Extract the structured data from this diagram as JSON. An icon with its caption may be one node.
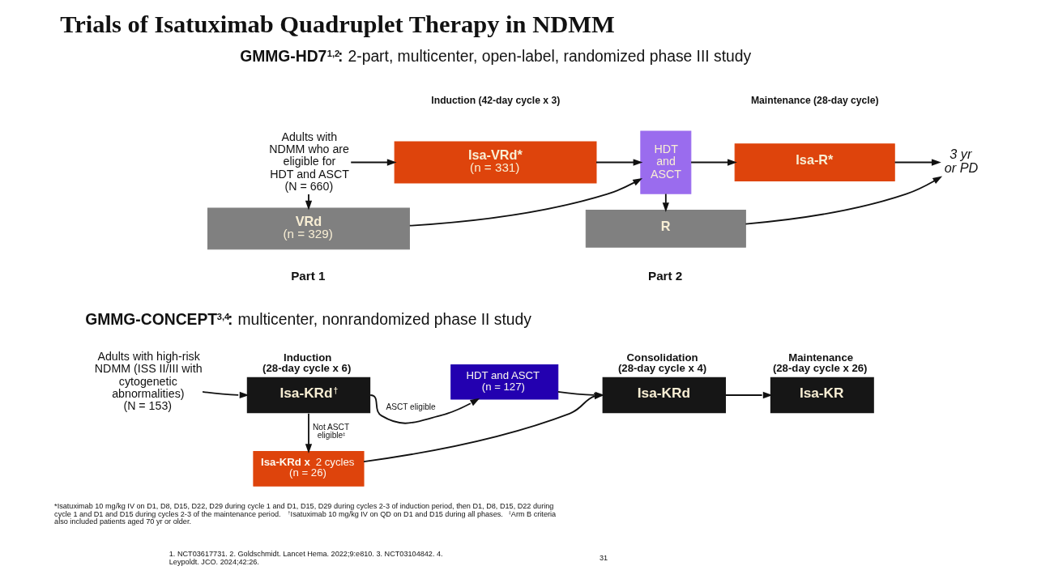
{
  "diagram": {
    "title": "Trials of Isatuximab Quadruplet Therapy in NDMM",
    "nodes": [
      {
        "text": [
          "Adults with NDMM who are eligible for HDT and ASCT (N = 660)"
        ]
      },
      {
        "text": [
          "Isa-VRd*",
          "(n = 331)"
        ]
      },
      {
        "text": [
          "VRd",
          "(n = 329)"
        ]
      },
      {
        "text": [
          "HDT and ASCT"
        ]
      },
      {
        "text": [
          "Isa-R*"
        ]
      },
      {
        "text": [
          "R"
        ]
      },
      {
        "text": [
          "3 yr or PD"
        ]
      },
      {
        "text": [
          "Adults with high-risk NDMM (ISS II/III with cytogenetic abnormalities) (N = 153)"
        ]
      },
      {
        "text": [
          "Induction (28-day cycle x 6)",
          "Isa-KRd$^{†}$"
        ]
      },
      {
        "text": [
          "HDT and ASCT",
          "(n = 127)"
        ]
      },
      {
        "text": [
          "**Isa-KRd x** 2 cycles",
          "(n = 26)"
        ]
      },
      {
        "text": [
          "Consolidation (28-day cycle x 4)",
          "Isa-KRd"
        ]
      },
      {
        "text": [
          "Maintenance (28-day cycle x 26)",
          "Isa-KR"
        ]
      }
    ],
    "edges": [
      {
        "from": 0,
        "to": 1,
        "arrow": "to"
      },
      {
        "from": 0,
        "to": 2,
        "arrow": "to"
      },
      {
        "from": 1,
        "to": 3,
        "arrow": "to"
      },
      {
        "from": 2,
        "to": 3,
        "arrow": "to"
      },
      {
        "from": 3,
        "to": 4,
        "arrow": "to"
      },
      {
        "from": 3,
        "to": 5,
        "arrow": "to"
      },
      {
        "from": 4,
        "to": 6,
        "arrow": "to"
      },
      {
        "from": 5,
        "to": 6,
        "arrow": "to"
      },
      {
        "from": 7,
        "to": 8,
        "arrow": "to"
      },
      {
        "from": 8,
        "to": 9,
        "arrow": "to",
        "label": "ASCT eligible"
      },
      {
        "from": 8,
        "to": 10,
        "arrow": "to",
        "label": "Not ASCT eligible$^{‡}$"
      },
      {
        "from": 9,
        "to": 11,
        "arrow": "to"
      },
      {
        "from": 10,
        "to": 11,
        "arrow": "to"
      },
      {
        "from": 11,
        "to": 12,
        "arrow": "to"
      }
    ],
    "labels": [
      "**GMMG-HD7$^{1,2}$:** 2-part, multicenter, open-label, randomized phase III study",
      "Induction (42-day cycle x 3)",
      "Maintenance (28-day cycle)",
      "Part 1",
      "Part 2",
      "**GMMG-CONCEPT$^{3,4}$:** multicenter, nonrandomized phase II study",
      "*Isatuximab 10 mg/kg IV on D1, D8, D15, D22, D29 during cycle 1 and D1, D15, D29 during cycles 2-3 of induction period, then D1, D8, D15, D22 during cycle 1 and D1 and D15 during cycles 2-3 of the maintenance period. $^{†}$Isatuximab 10 mg/kg IV on QD on D1 and D15 during all phases. $^{‡}$Arm B criteria also included patients aged 70 yr or older.",
      "1. NCT03617731. 2. Goldschmidt. Lancet Hema. 2022;9:e810. 3. NCT03104842. 4. Leypoldt. JCO. 2024;42:26.",
      "31"
    ]
  }
}
